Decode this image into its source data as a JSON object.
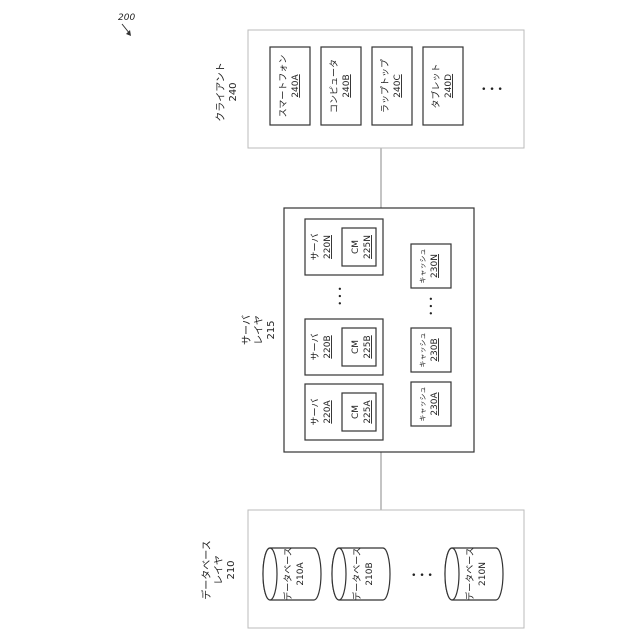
{
  "figure_ref": "200",
  "client": {
    "label": "クライアント",
    "ref": "240",
    "devices": [
      {
        "name": "スマートフォン",
        "ref": "240A"
      },
      {
        "name": "コンピュータ",
        "ref": "240B"
      },
      {
        "name": "ラップトップ",
        "ref": "240C"
      },
      {
        "name": "タブレット",
        "ref": "240D"
      }
    ],
    "more": "• • •"
  },
  "server_layer": {
    "label_line1": "サーバ",
    "label_line2": "レイヤ",
    "ref": "215",
    "servers": [
      {
        "name": "サーバ",
        "ref": "220A",
        "cm": "CM",
        "cm_ref": "225A"
      },
      {
        "name": "サーバ",
        "ref": "220B",
        "cm": "CM",
        "cm_ref": "225B"
      },
      {
        "name": "サーバ",
        "ref": "220N",
        "cm": "CM",
        "cm_ref": "225N"
      }
    ],
    "caches": [
      {
        "name": "キャッシュ",
        "ref": "230A"
      },
      {
        "name": "キャッシュ",
        "ref": "230B"
      },
      {
        "name": "キャッシュ",
        "ref": "230N"
      }
    ],
    "more": "• • •"
  },
  "database_layer": {
    "label_line1": "データベース",
    "label_line2": "レイヤ",
    "ref": "210",
    "databases": [
      {
        "name": "データベース",
        "ref": "210A"
      },
      {
        "name": "データベース",
        "ref": "210B"
      },
      {
        "name": "データベース",
        "ref": "210N"
      }
    ],
    "more": "• • •"
  }
}
